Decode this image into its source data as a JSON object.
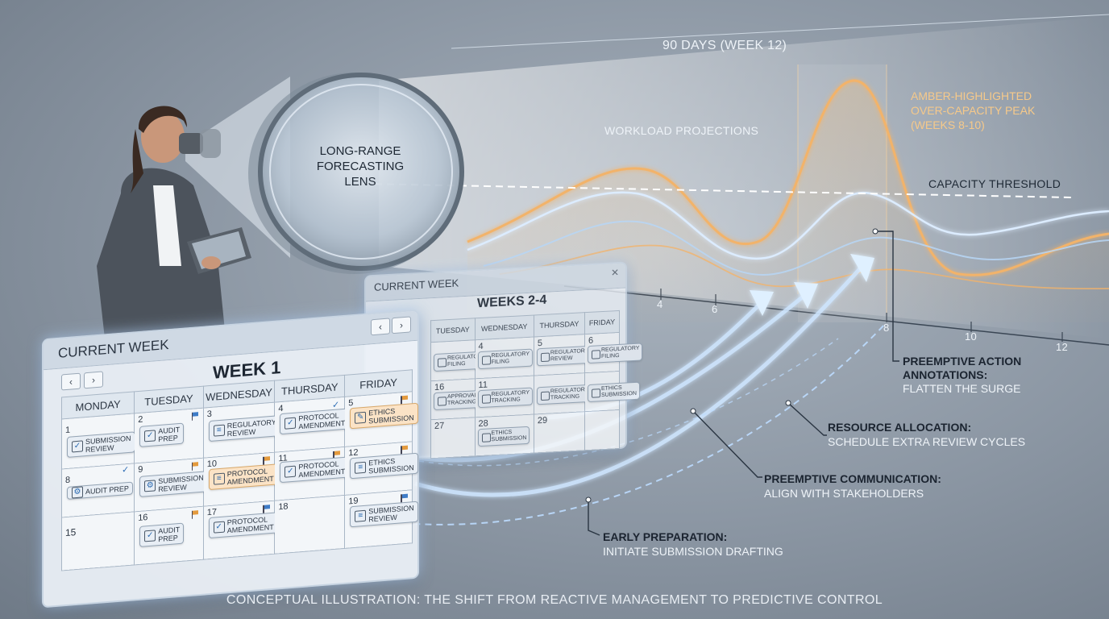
{
  "timeline": {
    "horizon_label": "90 DAYS (WEEK 12)",
    "ticks": [
      "4",
      "6",
      "8",
      "10",
      "12"
    ]
  },
  "lens": {
    "label": "LONG-RANGE\nFORECASTING\nLENS"
  },
  "labels": {
    "workload": "WORKLOAD PROJECTIONS",
    "capacity": "CAPACITY THRESHOLD",
    "peak_line1": "AMBER-HIGHLIGHTED",
    "peak_line2": "OVER-CAPACITY PEAK",
    "peak_line3": "(WEEKS 8-10)"
  },
  "annotations": [
    {
      "title": "PREEMPTIVE ACTION",
      "title2": "ANNOTATIONS:",
      "text": "FLATTEN THE SURGE"
    },
    {
      "title": "RESOURCE ALLOCATION:",
      "text": "SCHEDULE EXTRA REVIEW CYCLES"
    },
    {
      "title": "PREEMPTIVE COMMUNICATION:",
      "text": "ALIGN WITH STAKEHOLDERS"
    },
    {
      "title": "EARLY PREPARATION:",
      "text": "INITIATE SUBMISSION DRAFTING"
    }
  ],
  "caption": "CONCEPTUAL ILLUSTRATION: THE SHIFT FROM REACTIVE MANAGEMENT TO PREDICTIVE CONTROL",
  "colors": {
    "accent_amber": "#f2b36a",
    "wave_blue": "#cfe6ff",
    "threshold": "#ffffff"
  },
  "main_calendar": {
    "title": "CURRENT WEEK",
    "week": "WEEK 1",
    "close": "✕",
    "prev": "‹",
    "next": "›",
    "days": [
      "MONDAY",
      "TUESDAY",
      "WEDNESDAY",
      "THURSDAY",
      "FRIDAY"
    ],
    "cells": [
      {
        "day": "1",
        "task": "SUBMISSION\nREVIEW"
      },
      {
        "day": "2",
        "task": "AUDIT\nPREP"
      },
      {
        "day": "3",
        "task": "REGULATORY\nREVIEW"
      },
      {
        "day": "4",
        "task": "PROTOCOL\nAMENDMENT"
      },
      {
        "day": "5",
        "task": "ETHICS\nSUBMISSION"
      },
      {
        "day": "8",
        "task": "AUDIT PREP"
      },
      {
        "day": "9",
        "task": "SUBMISSION\nREVIEW"
      },
      {
        "day": "10",
        "task": "PROTOCOL\nAMENDMENT"
      },
      {
        "day": "11",
        "task": "PROTOCOL\nAMENDMENT"
      },
      {
        "day": "12",
        "task": "ETHICS\nSUBMISSION"
      },
      {
        "day": "15",
        "task": ""
      },
      {
        "day": "16",
        "task": "AUDIT\nPREP"
      },
      {
        "day": "17",
        "task": "PROTOCOL\nAMENDMENT"
      },
      {
        "day": "18",
        "task": ""
      },
      {
        "day": "19",
        "task": "SUBMISSION\nREVIEW"
      }
    ]
  },
  "back_calendar": {
    "title": "CURRENT WEEK",
    "week": "WEEKS 2-4",
    "close": "✕",
    "days": [
      "TUESDAY",
      "WEDNESDAY",
      "THURSDAY",
      "FRIDAY"
    ],
    "cells": [
      {
        "day": "",
        "task": "REGULATORY\nFILING"
      },
      {
        "day": "4",
        "task": "REGULATORY\nFILING"
      },
      {
        "day": "5",
        "task": "REGULATORY\nREVIEW"
      },
      {
        "day": "6",
        "task": "REGULATORY\nFILING"
      },
      {
        "day": "16",
        "task": "APPROVAL\nTRACKING"
      },
      {
        "day": "11",
        "task": "REGULATORY\nTRACKING"
      },
      {
        "day": "",
        "task": "REGULATORY\nTRACKING"
      },
      {
        "day": "",
        "task": "ETHICS\nSUBMISSION"
      },
      {
        "day": "27",
        "task": ""
      },
      {
        "day": "28",
        "task": "ETHICS\nSUBMISSION"
      },
      {
        "day": "29",
        "task": ""
      },
      {
        "day": "",
        "task": ""
      }
    ]
  }
}
